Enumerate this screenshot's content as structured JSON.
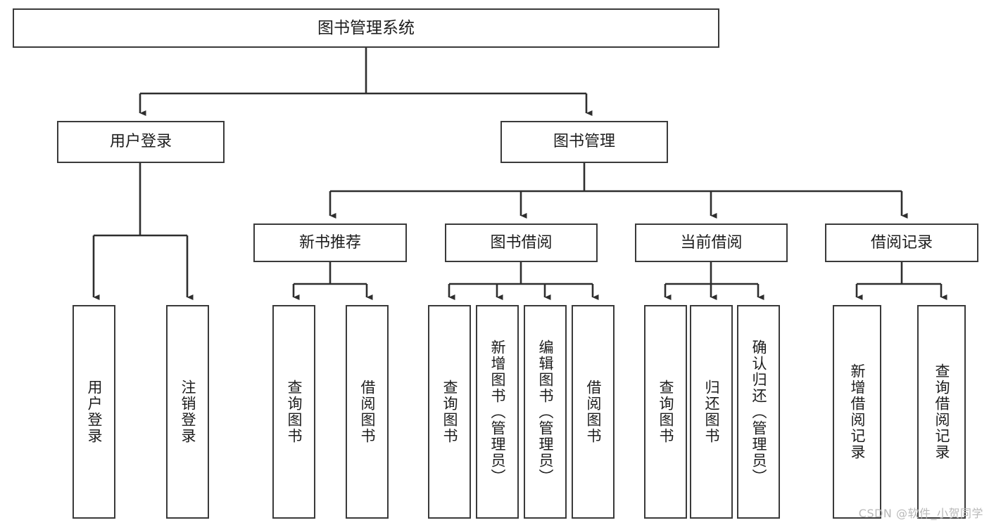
{
  "diagram": {
    "title": "图书管理系统",
    "type": "functional-structure-tree",
    "watermark": "CSDN @软件_小贺同学",
    "colors": {
      "background": "#ffffff",
      "box_border": "#3a3a3a",
      "connector": "#2e2e2e",
      "text": "#1d1d1d",
      "watermark": "#b9b9b9"
    },
    "root": {
      "label": "图书管理系统"
    },
    "level1": [
      {
        "label": "用户登录"
      },
      {
        "label": "图书管理"
      }
    ],
    "user_login_children": [
      {
        "label": "用户登录"
      },
      {
        "label": "注销登录"
      }
    ],
    "level2": [
      {
        "label": "新书推荐"
      },
      {
        "label": "图书借阅"
      },
      {
        "label": "当前借阅"
      },
      {
        "label": "借阅记录"
      }
    ],
    "new_book_children": [
      {
        "label": "查询图书"
      },
      {
        "label": "借阅图书"
      }
    ],
    "borrow_children": [
      {
        "label": "查询图书"
      },
      {
        "label": "新增图书（管理员）"
      },
      {
        "label": "编辑图书（管理员）"
      },
      {
        "label": "借阅图书"
      }
    ],
    "current_borrow_children": [
      {
        "label": "查询图书"
      },
      {
        "label": "归还图书"
      },
      {
        "label": "确认归还（管理员）"
      }
    ],
    "record_children": [
      {
        "label": "新增借阅记录"
      },
      {
        "label": "查询借阅记录"
      }
    ]
  }
}
